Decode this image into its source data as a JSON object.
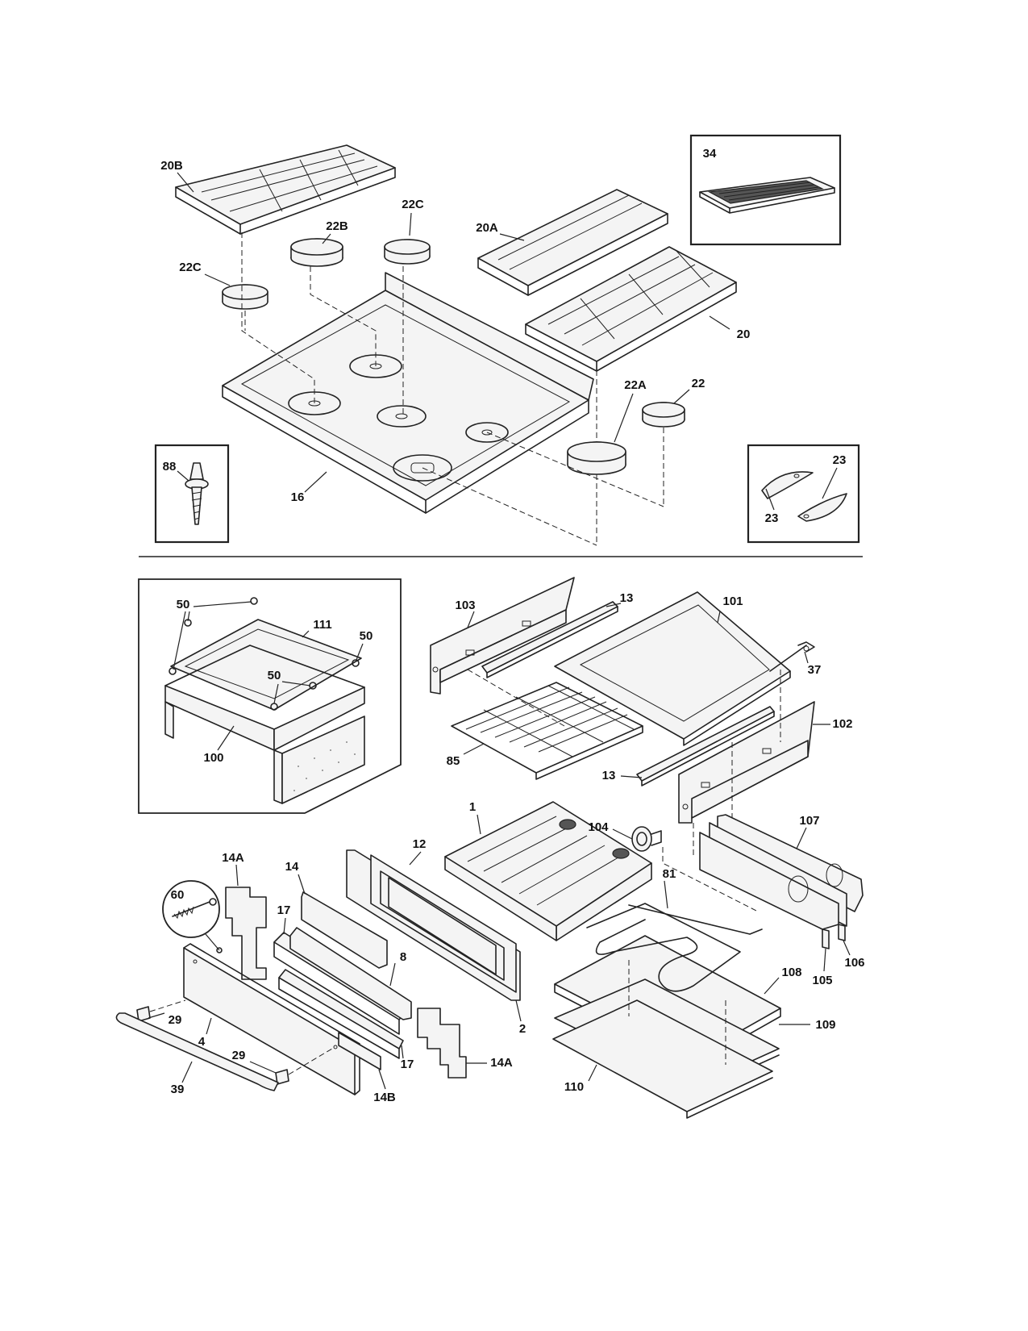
{
  "callouts": {
    "c20B": "20B",
    "c22B": "22B",
    "c22C_top": "22C",
    "c22C_left": "22C",
    "c20A": "20A",
    "c34": "34",
    "c20": "20",
    "c22A": "22A",
    "c22": "22",
    "c16": "16",
    "c88": "88",
    "c23_a": "23",
    "c23_b": "23",
    "c50_a": "50",
    "c50_b": "50",
    "c50_c": "50",
    "c111": "111",
    "c100": "100",
    "c103": "103",
    "c13_a": "13",
    "c101": "101",
    "c37": "37",
    "c102": "102",
    "c85": "85",
    "c13_b": "13",
    "c104": "104",
    "c107": "107",
    "c1": "1",
    "c12": "12",
    "c14A_a": "14A",
    "c14": "14",
    "c60": "60",
    "c17_a": "17",
    "c8": "8",
    "c81": "81",
    "c2": "2",
    "c105": "105",
    "c106": "106",
    "c108": "108",
    "c109": "109",
    "c29_a": "29",
    "c4": "4",
    "c29_b": "29",
    "c17_b": "17",
    "c14A_b": "14A",
    "c39": "39",
    "c14B": "14B",
    "c110": "110"
  }
}
